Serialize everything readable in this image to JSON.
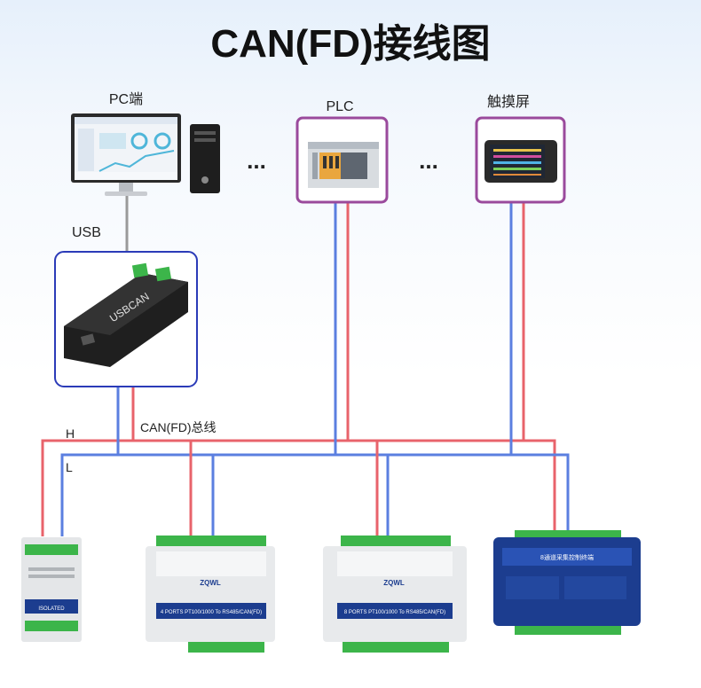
{
  "title": "CAN(FD)接线图",
  "labels": {
    "pc": "PC端",
    "plc": "PLC",
    "touch": "触摸屏",
    "usb": "USB",
    "bus": "CAN(FD)总线",
    "h": "H",
    "l": "L",
    "dots": "..."
  },
  "device_text": {
    "usbcan": "USBCAN",
    "brand": "ZQWL",
    "mod_small": "ISOLATED",
    "mod1_desc": "4 PORTS PT100/1000 To RS485/CAN(FD)",
    "mod2_desc": "8 PORTS PT100/1000 To RS485/CAN(FD)",
    "mod3_title": "8通道采集控制终端"
  },
  "colors": {
    "h_wire": "#e8636b",
    "l_wire": "#5b7fe0",
    "usb_wire": "#9a9a9a",
    "pc_frame": "#2b3bb8",
    "plc_frame": "#9a4a9c",
    "terminal_green": "#3cb54a",
    "module_blue": "#1c3d8f"
  }
}
